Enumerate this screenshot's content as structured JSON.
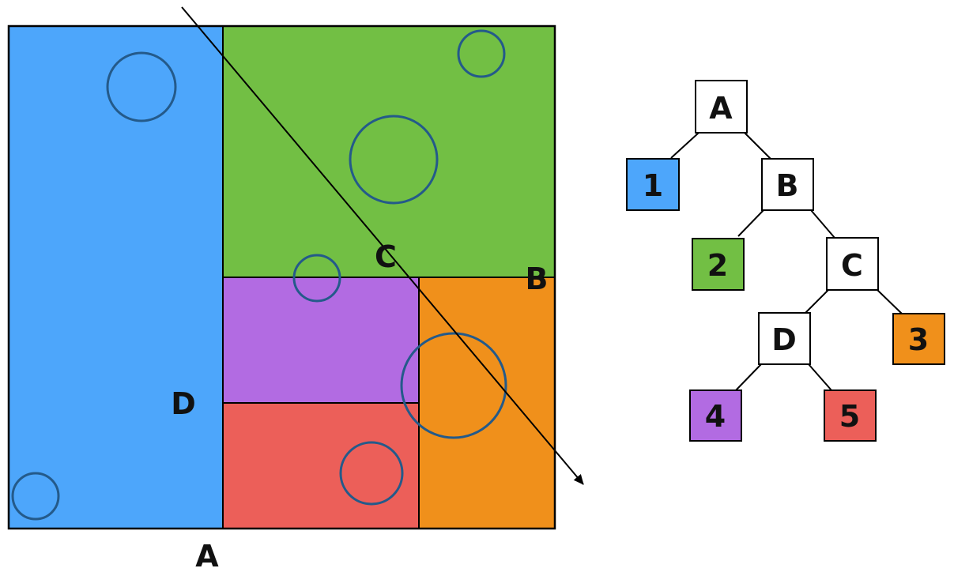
{
  "partition": {
    "split_labels": {
      "A": "A",
      "B": "B",
      "C": "C",
      "D": "D"
    },
    "regions": [
      {
        "id": "1",
        "color": "#4da6fb"
      },
      {
        "id": "2",
        "color": "#72bf44"
      },
      {
        "id": "3",
        "color": "#f0901b"
      },
      {
        "id": "4",
        "color": "#b26be2"
      },
      {
        "id": "5",
        "color": "#ec5f59"
      }
    ],
    "circle_color": "#245a8a",
    "ray_color": "#000000"
  },
  "tree": {
    "internal_nodes": [
      "A",
      "B",
      "C",
      "D"
    ],
    "leaf_nodes": [
      "1",
      "2",
      "3",
      "4",
      "5"
    ],
    "edges": [
      [
        "A",
        "1"
      ],
      [
        "A",
        "B"
      ],
      [
        "B",
        "2"
      ],
      [
        "B",
        "C"
      ],
      [
        "C",
        "D"
      ],
      [
        "C",
        "3"
      ],
      [
        "D",
        "4"
      ],
      [
        "D",
        "5"
      ]
    ]
  }
}
